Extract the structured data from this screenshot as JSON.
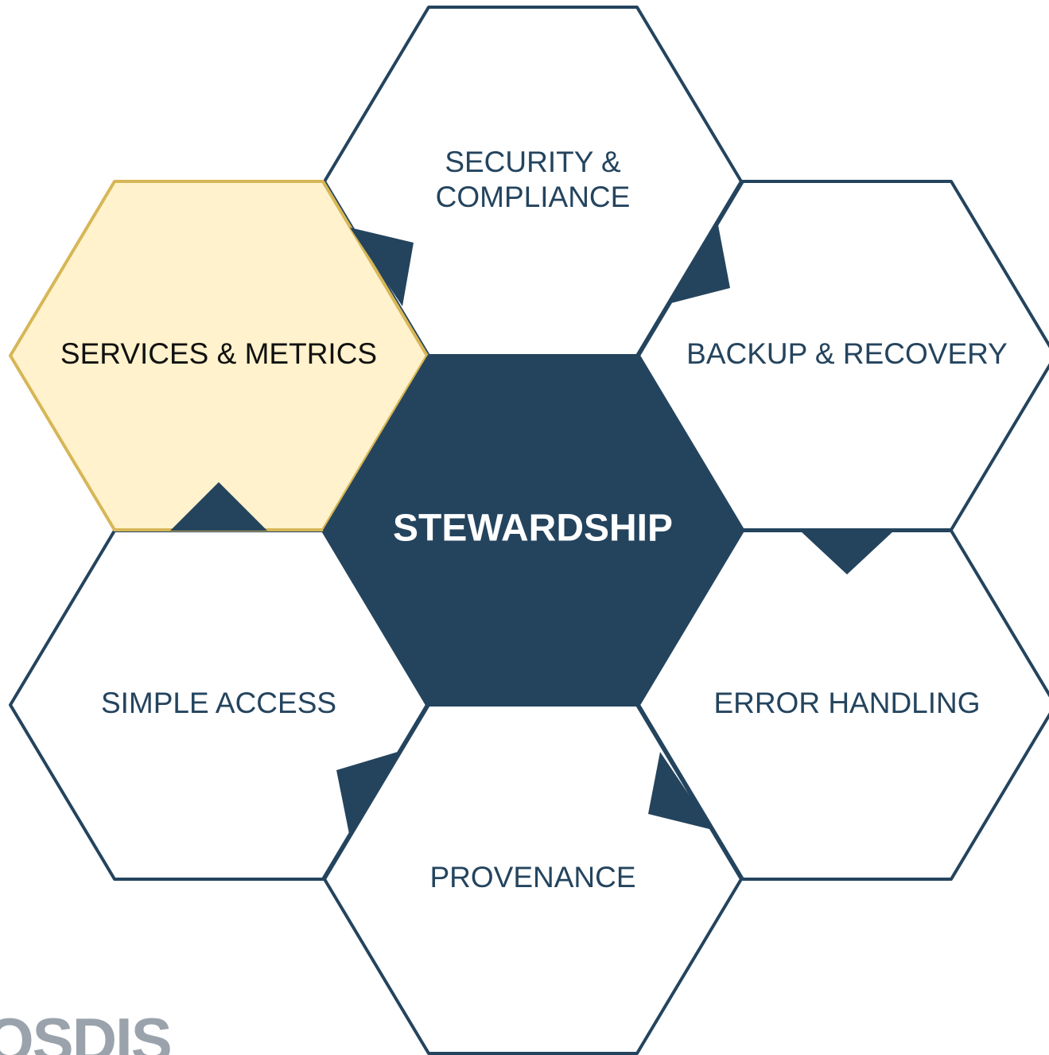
{
  "colors": {
    "navy": "#24445e",
    "highlight_fill": "#fff2cc",
    "highlight_stroke": "#d6b656",
    "white": "#ffffff",
    "logo_gray": "#9aa3ab"
  },
  "center": {
    "label": "STEWARDSHIP"
  },
  "hexagons": [
    {
      "id": "security",
      "label_lines": [
        "SECURITY &",
        "COMPLIANCE"
      ],
      "highlighted": false
    },
    {
      "id": "backup",
      "label_lines": [
        "BACKUP & RECOVERY"
      ],
      "highlighted": false
    },
    {
      "id": "error",
      "label_lines": [
        "ERROR HANDLING"
      ],
      "highlighted": false
    },
    {
      "id": "provenance",
      "label_lines": [
        "PROVENANCE"
      ],
      "highlighted": false
    },
    {
      "id": "access",
      "label_lines": [
        "SIMPLE ACCESS"
      ],
      "highlighted": false
    },
    {
      "id": "services",
      "label_lines": [
        "SERVICES & METRICS"
      ],
      "highlighted": true
    }
  ],
  "logo": {
    "text": "OSDIS"
  }
}
